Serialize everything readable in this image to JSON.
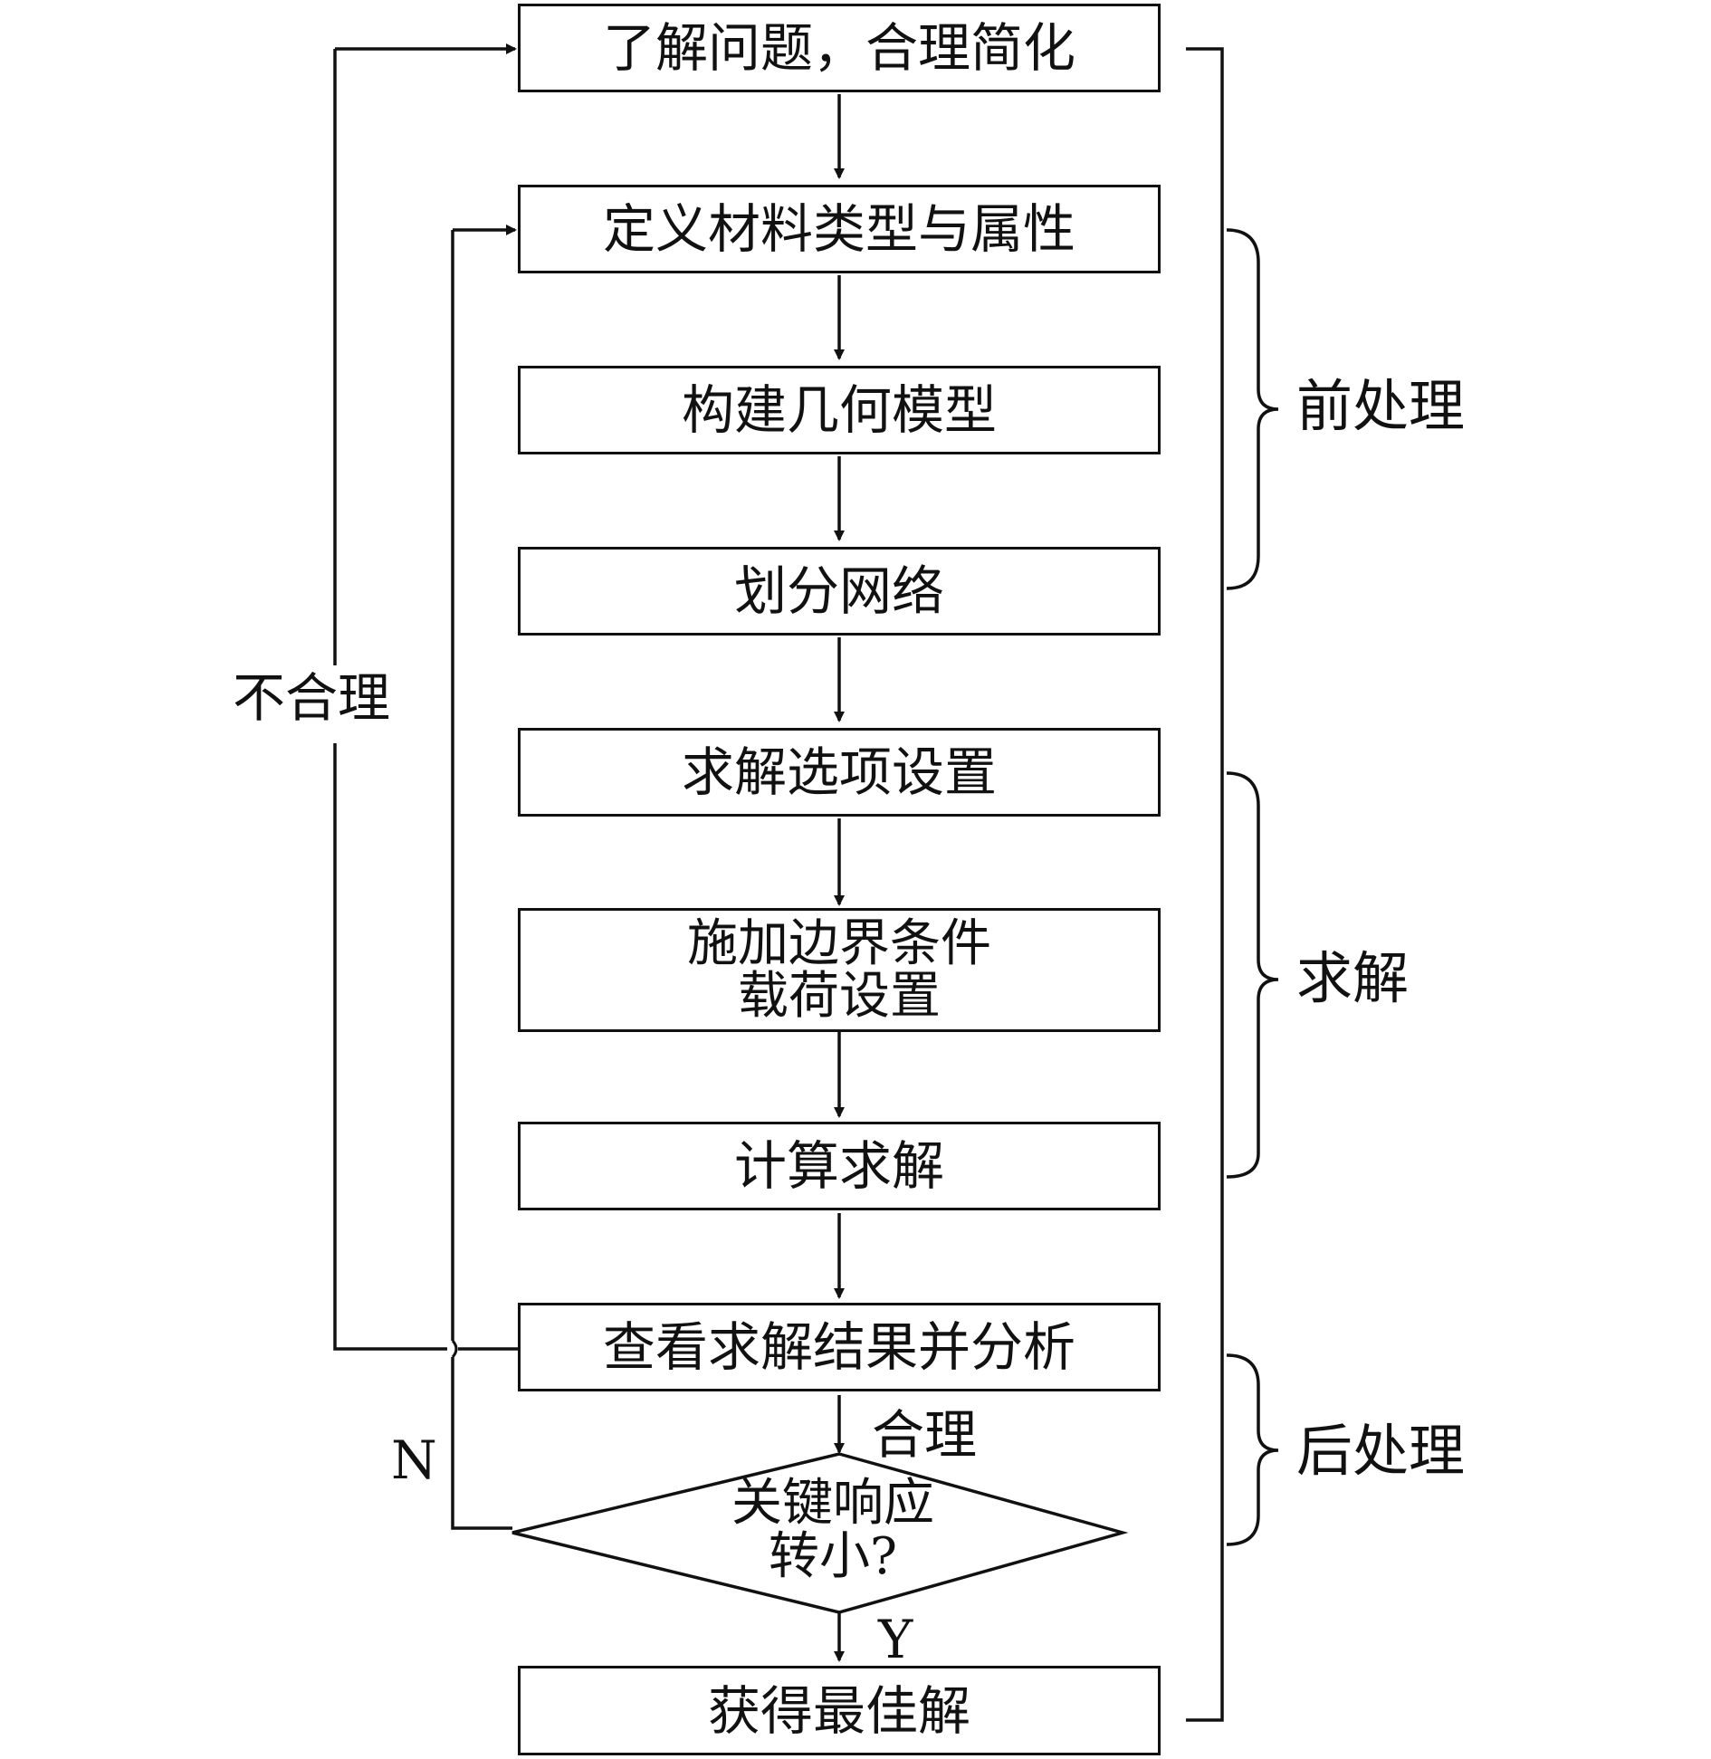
{
  "steps": [
    {
      "lines": [
        "了解问题，合理简化"
      ]
    },
    {
      "lines": [
        "定义材料类型与属性"
      ]
    },
    {
      "lines": [
        "构建几何模型"
      ]
    },
    {
      "lines": [
        "划分网络"
      ]
    },
    {
      "lines": [
        "求解选项设置"
      ]
    },
    {
      "lines": [
        "施加边界条件",
        "载荷设置"
      ]
    },
    {
      "lines": [
        "计算求解"
      ]
    },
    {
      "lines": [
        "查看求解结果并分析"
      ]
    },
    {
      "lines": [
        "获得最佳解"
      ]
    }
  ],
  "decision": {
    "lines": [
      "关键响应",
      "转小?"
    ]
  },
  "edge_labels": {
    "unreasonable": "不合理",
    "reasonable": "合理",
    "no": "N",
    "yes": "Y"
  },
  "phases": {
    "overall": "",
    "pre": "前处理",
    "solve": "求解",
    "post": "后处理"
  }
}
